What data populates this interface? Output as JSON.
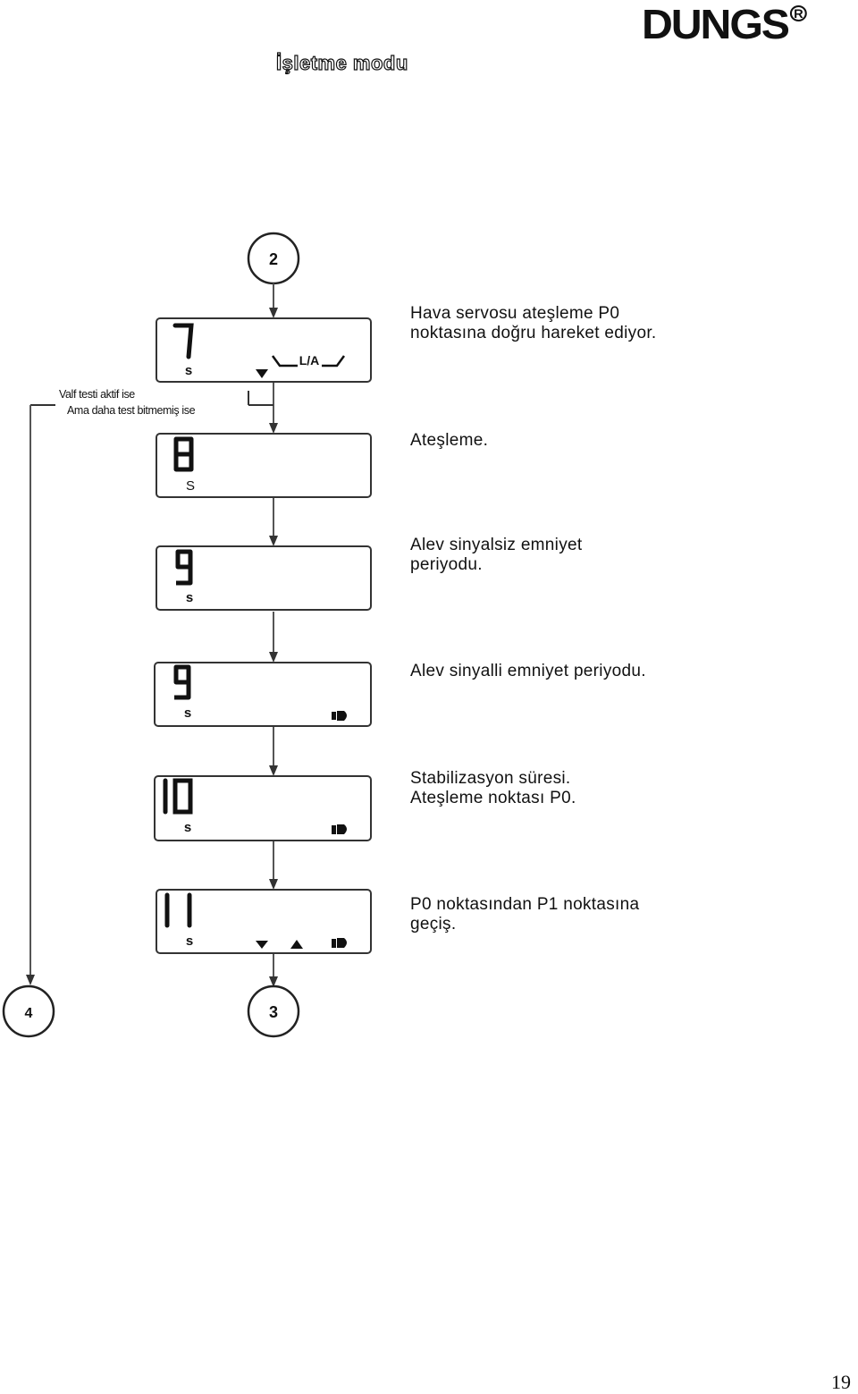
{
  "header": {
    "brand": "DUNGS",
    "brand_mark": "R",
    "title": "İşletme modu"
  },
  "nodes": {
    "top": "2",
    "bottom_left": "4",
    "bottom_right": "3"
  },
  "branch_note": {
    "line1": "Valf testi aktif ise",
    "line2": "Ama daha test bitmemiş ise"
  },
  "steps": [
    {
      "display": "7",
      "unit": "s",
      "indicator": "L/A",
      "caption": [
        "Hava servosu ateşleme P0",
        "noktasına doğru hareket ediyor."
      ]
    },
    {
      "display": "8",
      "unit": "S",
      "caption": [
        "Ateşleme."
      ]
    },
    {
      "display": "9",
      "unit": "s",
      "caption": [
        "Alev sinyalsiz emniyet",
        "periyodu."
      ]
    },
    {
      "display": "9",
      "unit": "s",
      "caption": [
        "Alev sinyalli emniyet periyodu."
      ]
    },
    {
      "display": "10",
      "unit": "s",
      "caption": [
        "Stabilizasyon süresi.",
        "Ateşleme noktası P0."
      ]
    },
    {
      "display": "11",
      "unit": "s",
      "caption": [
        "P0 noktasından P1 noktasına",
        "geçiş."
      ]
    }
  ],
  "footer": {
    "page_number": "19"
  }
}
